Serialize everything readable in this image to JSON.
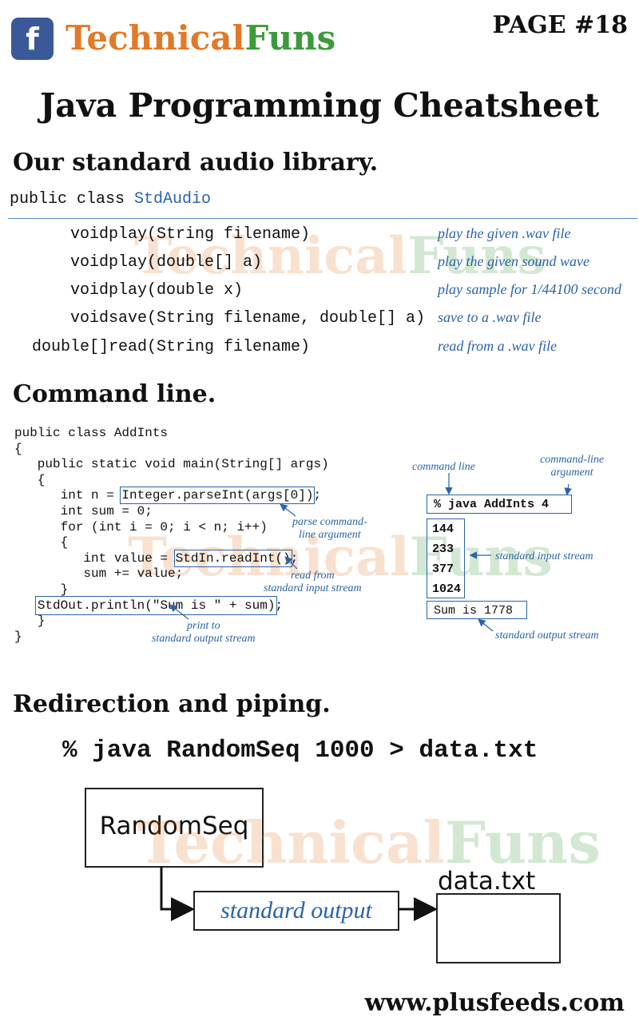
{
  "header": {
    "facebook_icon": "facebook-f-icon",
    "brand_part1": "Technical",
    "brand_part2": "Funs",
    "brand_color1": "#e07a2b",
    "brand_color2": "#3c9a3c",
    "page_label": "PAGE #18"
  },
  "title": "Java Programming Cheatsheet",
  "watermark": {
    "part1": "Technical",
    "part2": "Funs"
  },
  "audio": {
    "heading": "Our standard audio library.",
    "class_decl_prefix": "public class ",
    "class_name": "StdAudio",
    "rows": [
      {
        "ret": "void",
        "sig": "play(String filename)",
        "desc": "play the given .wav file"
      },
      {
        "ret": "void",
        "sig": "play(double[] a)",
        "desc": "play the given sound wave"
      },
      {
        "ret": "void",
        "sig": "play(double x)",
        "desc": "play sample for 1/44100 second"
      },
      {
        "ret": "void",
        "sig": "save(String filename, double[] a)",
        "desc": "save to a .wav file"
      },
      {
        "ret": "double[]",
        "sig": "read(String filename)",
        "desc": "read from a .wav file"
      }
    ]
  },
  "cmdline": {
    "heading": "Command line.",
    "code": {
      "l1": "public class AddInts",
      "l2": "{",
      "l3": "   public static void main(String[] args)",
      "l4": "   {",
      "l5a": "      int n = ",
      "l5b": "Integer.parseInt(args[0])",
      "l5c": ";",
      "l6": "      int sum = 0;",
      "l7": "      for (int i = 0; i < n; i++)",
      "l8": "      {",
      "l9a": "         int value = ",
      "l9b": "StdIn.readInt()",
      "l9c": ";",
      "l10": "         sum += value;",
      "l11": "      }",
      "l12a": "   ",
      "l12b": "StdOut.println(\"Sum is \" + sum)",
      "l12c": ";",
      "l13": "   }",
      "l14": "}"
    },
    "annotations": {
      "parse": "parse command-\nline argument",
      "read": "read from\nstandard input stream",
      "print": "print to\nstandard output stream",
      "command_line": "command line",
      "command_line_argument": "command-line\nargument",
      "std_input": "standard input stream",
      "std_output": "standard output stream"
    },
    "terminal": {
      "command": "% java AddInts 4",
      "inputs": [
        "144",
        "233",
        "377",
        "1024"
      ],
      "output": "Sum is 1778"
    }
  },
  "redirect": {
    "heading": "Redirection and piping.",
    "command": "% java RandomSeq 1000 > data.txt",
    "program_box": "RandomSeq",
    "stdout_box": "standard output",
    "file_label": "data.txt"
  },
  "footer": {
    "url": "www.plusfeeds.com"
  }
}
